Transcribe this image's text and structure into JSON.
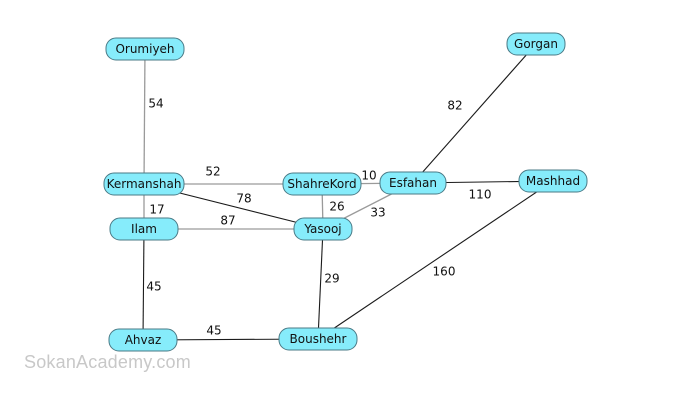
{
  "colors": {
    "node_fill": "#86ecfb",
    "node_stroke": "#4a7a86",
    "edge_light": "#9a9a9a",
    "edge_dark": "#1a1a1a"
  },
  "watermark": "SokanAcademy.com",
  "nodes": [
    {
      "id": "orumiyeh",
      "label": "Orumiyeh"
    },
    {
      "id": "gorgan",
      "label": "Gorgan"
    },
    {
      "id": "kermanshah",
      "label": "Kermanshah"
    },
    {
      "id": "shahrekord",
      "label": "ShahreKord"
    },
    {
      "id": "esfahan",
      "label": "Esfahan"
    },
    {
      "id": "mashhad",
      "label": "Mashhad"
    },
    {
      "id": "ilam",
      "label": "Ilam"
    },
    {
      "id": "yasooj",
      "label": "Yasooj"
    },
    {
      "id": "ahvaz",
      "label": "Ahvaz"
    },
    {
      "id": "boushehr",
      "label": "Boushehr"
    }
  ],
  "edges": [
    {
      "from": "orumiyeh",
      "to": "kermanshah",
      "weight": "54",
      "shade": "light"
    },
    {
      "from": "kermanshah",
      "to": "shahrekord",
      "weight": "52",
      "shade": "light"
    },
    {
      "from": "kermanshah",
      "to": "yasooj",
      "weight": "78",
      "shade": "dark"
    },
    {
      "from": "kermanshah",
      "to": "ilam",
      "weight": "17",
      "shade": "light"
    },
    {
      "from": "ilam",
      "to": "yasooj",
      "weight": "87",
      "shade": "light"
    },
    {
      "from": "ilam",
      "to": "ahvaz",
      "weight": "45",
      "shade": "dark"
    },
    {
      "from": "shahrekord",
      "to": "esfahan",
      "weight": "10",
      "shade": "light"
    },
    {
      "from": "shahrekord",
      "to": "yasooj",
      "weight": "26",
      "shade": "light"
    },
    {
      "from": "esfahan",
      "to": "yasooj",
      "weight": "33",
      "shade": "light"
    },
    {
      "from": "esfahan",
      "to": "gorgan",
      "weight": "82",
      "shade": "dark"
    },
    {
      "from": "esfahan",
      "to": "mashhad",
      "weight": "110",
      "shade": "dark"
    },
    {
      "from": "yasooj",
      "to": "boushehr",
      "weight": "29",
      "shade": "dark"
    },
    {
      "from": "ahvaz",
      "to": "boushehr",
      "weight": "45",
      "shade": "dark"
    },
    {
      "from": "mashhad",
      "to": "boushehr",
      "weight": "160",
      "shade": "dark"
    }
  ]
}
